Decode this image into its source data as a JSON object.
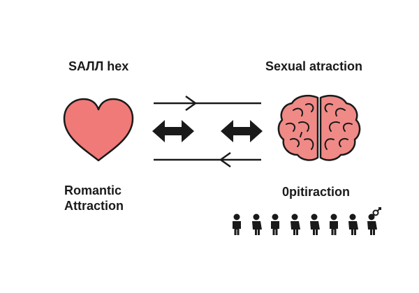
{
  "labels": {
    "top_left": "SAЛЛ hex",
    "top_right": "Sexual atraction",
    "bottom_left_line1": "Romantic",
    "bottom_left_line2": "Attraction",
    "bottom_right": "0pitiraction"
  },
  "icons": {
    "heart": "heart-icon",
    "brain": "brain-icon",
    "people": "people-row-icon"
  },
  "colors": {
    "heart_fill": "#f07a78",
    "brain_fill": "#f08a87",
    "stroke": "#1a1a1a"
  }
}
